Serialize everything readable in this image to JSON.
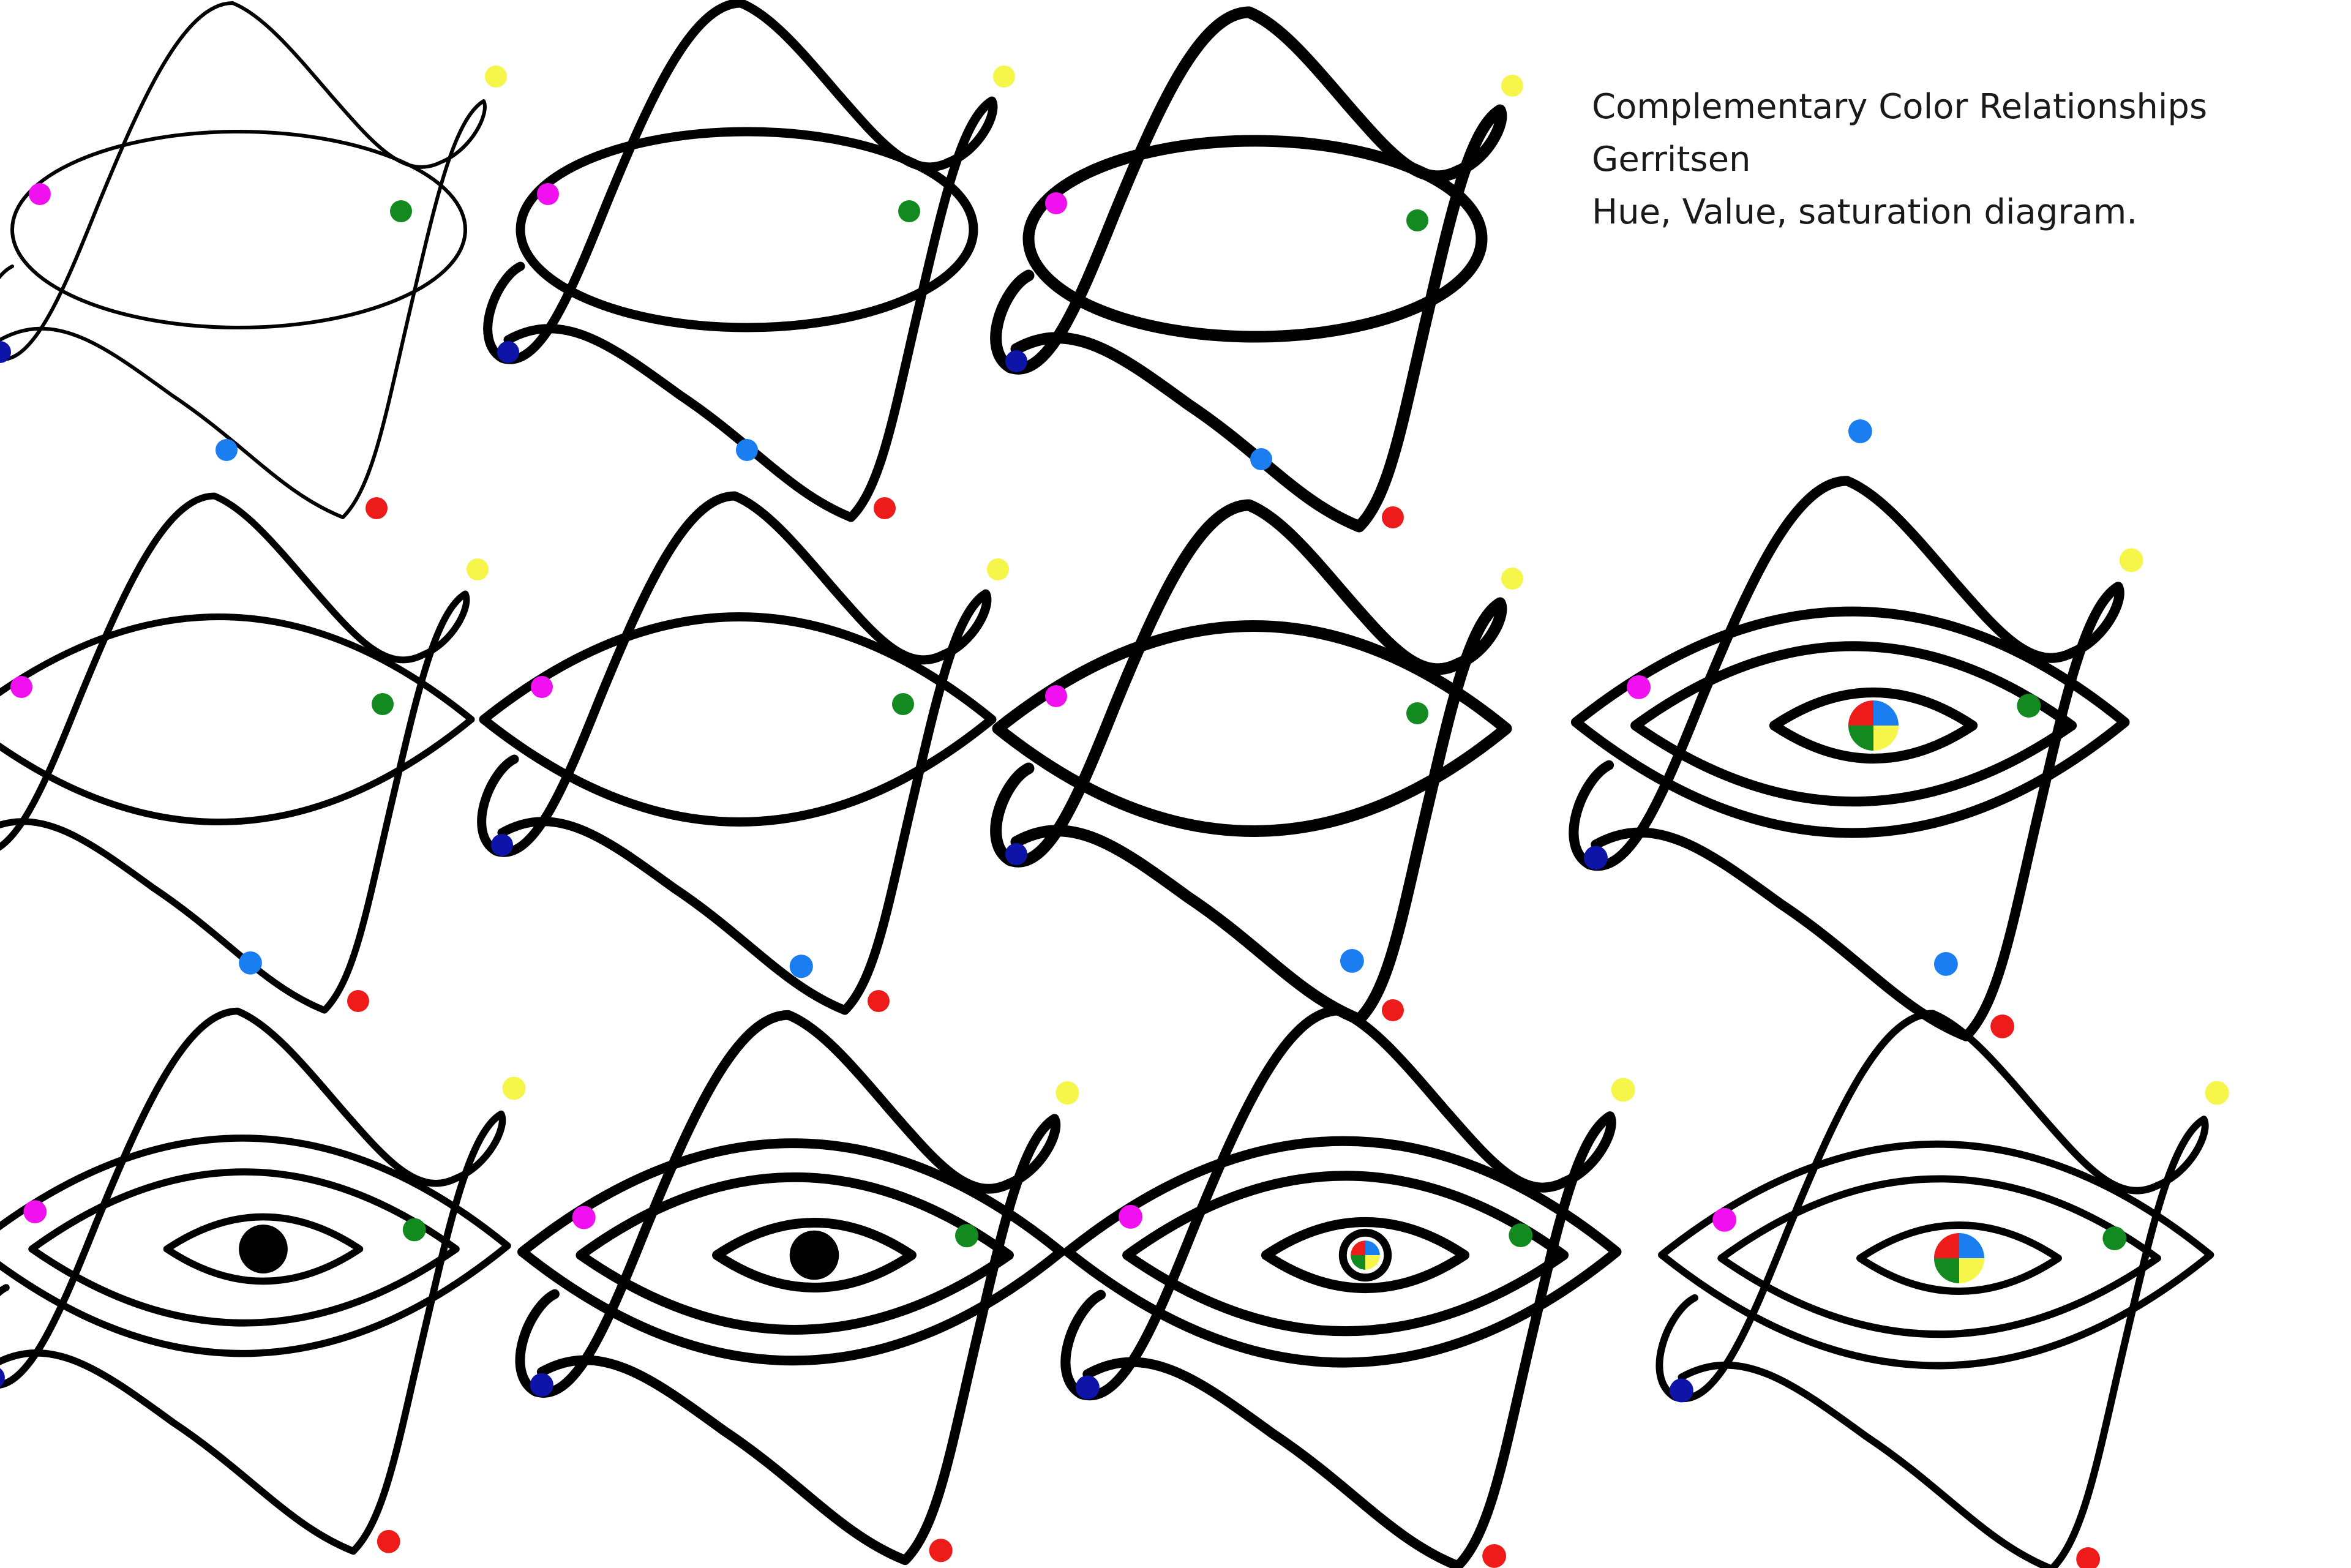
{
  "title": {
    "line1": "Complementary Color Relationships",
    "line2": "Gerritsen",
    "line3": "Hue, Value, saturation diagram."
  },
  "colors": {
    "blue": "#1a7ef0",
    "yellow": "#f6f64a",
    "magenta": "#f010f0",
    "green": "#138a20",
    "navy": "#0f14a8",
    "red": "#ee1b1b",
    "stroke": "#000000"
  },
  "panels": [
    {
      "name": "panel-1",
      "outer": "ellipse",
      "weight": "thin",
      "inner_eye": false,
      "pupil": "none"
    },
    {
      "name": "panel-2",
      "outer": "ellipse",
      "weight": "bold",
      "inner_eye": false,
      "pupil": "none"
    },
    {
      "name": "panel-3",
      "outer": "ellipse",
      "weight": "bolder",
      "inner_eye": false,
      "pupil": "none"
    },
    {
      "name": "panel-4",
      "outer": "lens",
      "weight": "medium",
      "inner_eye": false,
      "pupil": "none"
    },
    {
      "name": "panel-5",
      "outer": "lens",
      "weight": "bold",
      "inner_eye": false,
      "pupil": "none"
    },
    {
      "name": "panel-6",
      "outer": "lens",
      "weight": "bolder",
      "inner_eye": false,
      "pupil": "none"
    },
    {
      "name": "panel-7",
      "outer": "lens",
      "weight": "bold",
      "inner_eye": true,
      "pupil": "color-wheel"
    },
    {
      "name": "panel-8",
      "outer": "lens",
      "weight": "medium",
      "inner_eye": true,
      "pupil": "black"
    },
    {
      "name": "panel-9",
      "outer": "lens",
      "weight": "bold",
      "inner_eye": true,
      "pupil": "black"
    },
    {
      "name": "panel-10",
      "outer": "lens",
      "weight": "bold",
      "inner_eye": true,
      "pupil": "ringed-color-wheel"
    },
    {
      "name": "panel-11",
      "outer": "lens",
      "weight": "medium",
      "inner_eye": true,
      "pupil": "color-wheel"
    }
  ]
}
